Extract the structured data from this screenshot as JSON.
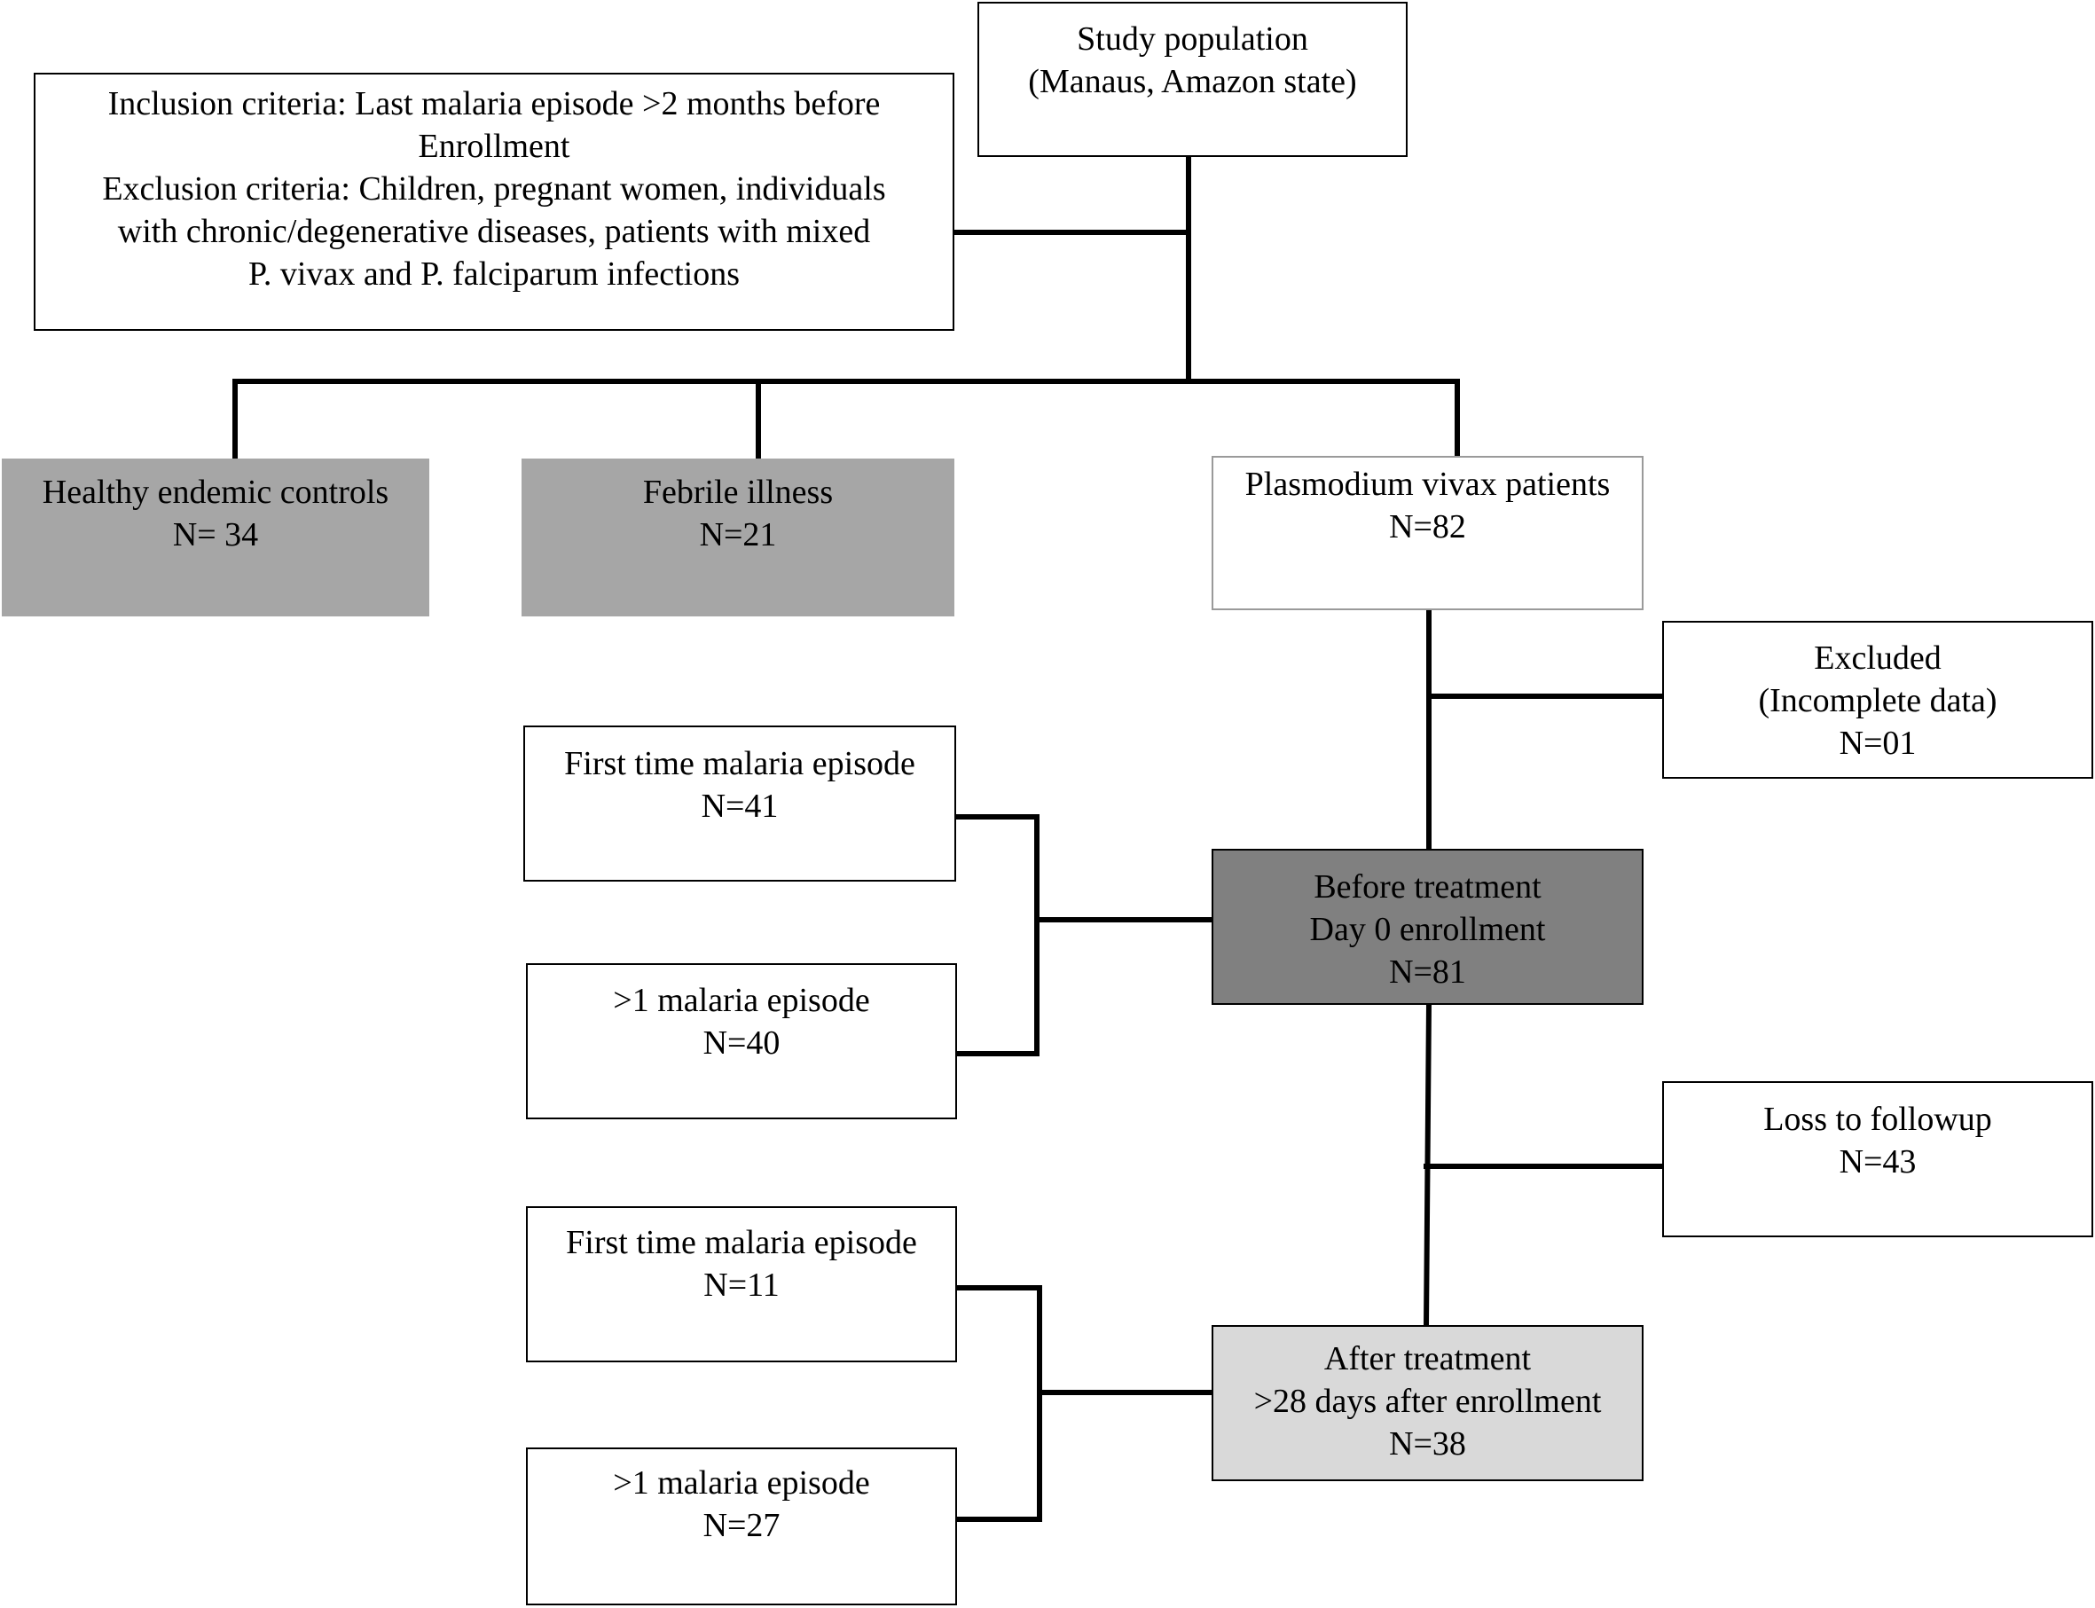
{
  "nodes": {
    "study_population": {
      "lines": [
        "Study population",
        "(Manaus, Amazon state)"
      ]
    },
    "criteria": {
      "lines": [
        "Inclusion criteria: Last malaria episode >2 months before",
        "Enrollment",
        "Exclusion criteria: Children, pregnant women, individuals",
        "with chronic/degenerative diseases, patients with mixed",
        "P. vivax and P. falciparum infections"
      ]
    },
    "healthy_controls": {
      "lines": [
        "Healthy endemic controls",
        "N= 34"
      ]
    },
    "febrile_illness": {
      "lines": [
        "Febrile illness",
        "N=21"
      ]
    },
    "vivax_patients": {
      "lines": [
        "Plasmodium vivax patients",
        "N=82"
      ]
    },
    "excluded": {
      "lines": [
        "Excluded",
        "(Incomplete data)",
        "N=01"
      ]
    },
    "first_episode_before": {
      "lines": [
        "First time malaria episode",
        "N=41"
      ]
    },
    "multi_episode_before": {
      "lines": [
        ">1 malaria episode",
        "N=40"
      ]
    },
    "before_treatment": {
      "lines": [
        "Before treatment",
        "Day 0 enrollment",
        "N=81"
      ]
    },
    "loss_followup": {
      "lines": [
        "Loss to followup",
        "N=43"
      ]
    },
    "first_episode_after": {
      "lines": [
        "First time malaria episode",
        "N=11"
      ]
    },
    "multi_episode_after": {
      "lines": [
        ">1 malaria episode",
        "N=27"
      ]
    },
    "after_treatment": {
      "lines": [
        "After treatment",
        ">28 days after enrollment",
        "N=38"
      ]
    }
  },
  "colors": {
    "connector": "#000000",
    "gray_box": "#a6a6a6",
    "dark_box": "#808080",
    "light_box": "#d9d9d9"
  }
}
